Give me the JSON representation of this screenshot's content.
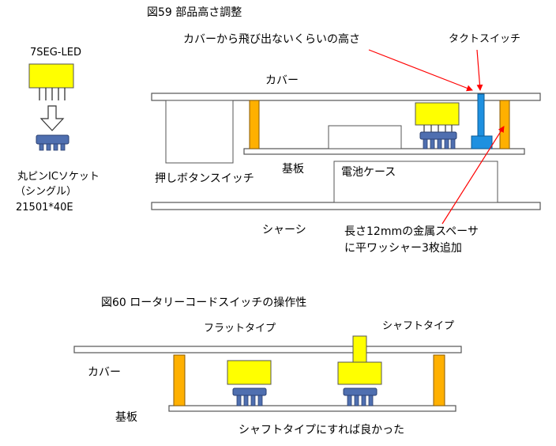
{
  "fig59": {
    "title": "図59 部品高さ調整",
    "annotation_height": "カバーから飛び出ないくらいの高さ",
    "tact_switch": "タクトスイッチ",
    "cover": "カバー",
    "led": "7SEG-LED",
    "socket_l1": "丸ピンICソケット",
    "socket_l2": "（シングル）",
    "socket_l3": "21501*40E",
    "board": "基板",
    "battery_case": "電池ケース",
    "push_button": "押しボタンスイッチ",
    "chassis": "シャーシ",
    "spacer_l1": "長さ12mmの金属スペーサ",
    "spacer_l2": "に平ワッシャー3枚追加"
  },
  "fig60": {
    "title": "図60 ロータリーコードスイッチの操作性",
    "flat_type": "フラットタイプ",
    "shaft_type": "シャフトタイプ",
    "cover": "カバー",
    "board": "基板",
    "note": "シャフトタイプにすれば良かった"
  },
  "colors": {
    "component_yellow": "#FFFF00",
    "spacer_orange": "#FFB000",
    "socket_blue": "#4F6FB0",
    "switch_blue": "#1E90E0",
    "arrow_red": "#FF0000"
  }
}
